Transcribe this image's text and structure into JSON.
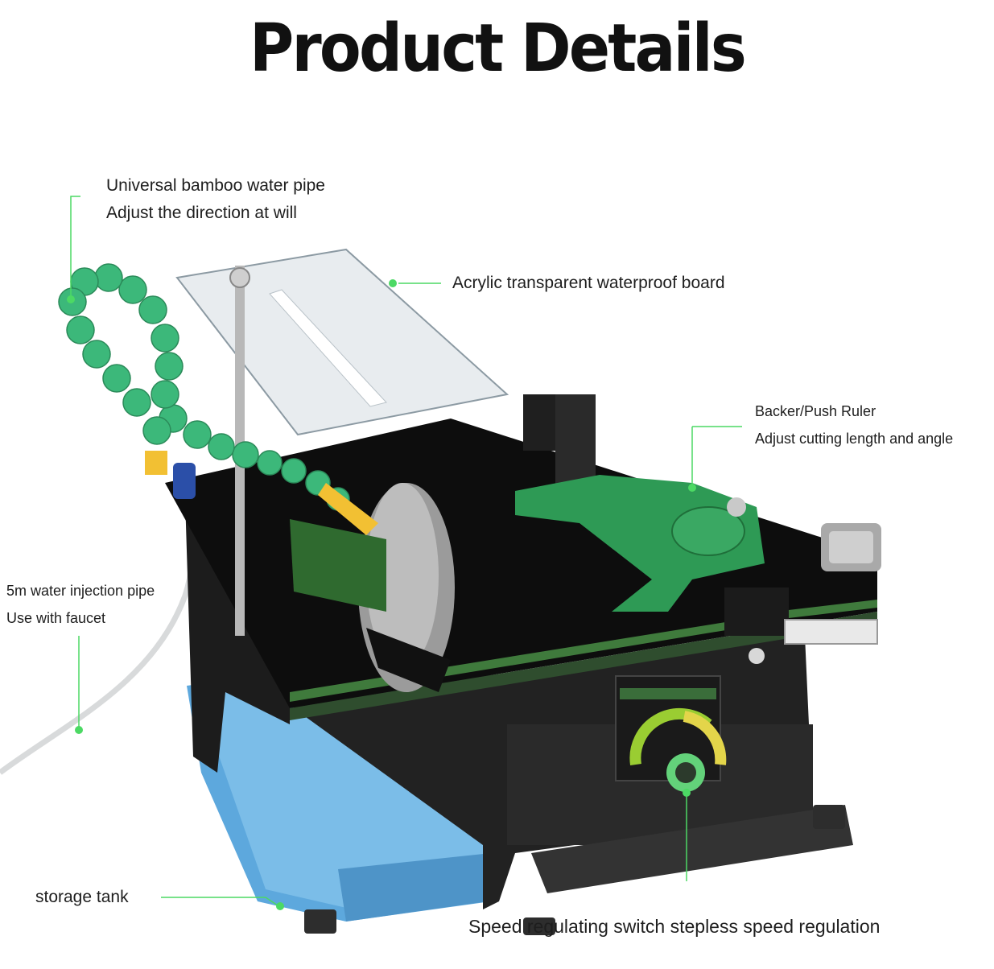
{
  "title": "Product Details",
  "accent_color": "#4cd964",
  "callouts": {
    "water_pipe": {
      "line1": "Universal bamboo water pipe",
      "line2": "Adjust the direction at will"
    },
    "acrylic_board": {
      "line1": "Acrylic transparent waterproof board"
    },
    "push_ruler": {
      "line1": "Backer/Push Ruler",
      "line2": "Adjust cutting length and angle"
    },
    "injection_pipe": {
      "line1": "5m water injection pipe",
      "line2": "Use with faucet"
    },
    "storage_tank": {
      "line1": "storage tank"
    },
    "speed_switch": {
      "line1": "Speed regulating switch stepless speed regulation"
    }
  }
}
